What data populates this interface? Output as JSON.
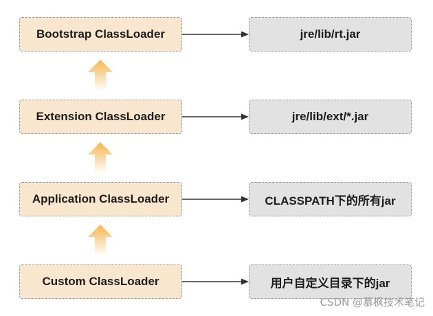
{
  "rows": [
    {
      "loader": "Bootstrap ClassLoader",
      "path": "jre/lib/rt.jar"
    },
    {
      "loader": "Extension ClassLoader",
      "path": "jre/lib/ext/*.jar"
    },
    {
      "loader": "Application ClassLoader",
      "path": "CLASSPATH下的所有jar"
    },
    {
      "loader": "Custom ClassLoader",
      "path": "用户自定义目录下的jar"
    }
  ],
  "watermark": "CSDN @慕枫技术笔记",
  "colors": {
    "loader_fill": "#f9e6cf",
    "path_fill": "#e2e2e2",
    "up_arrow": "#f7b54e",
    "connector": "#333333"
  }
}
